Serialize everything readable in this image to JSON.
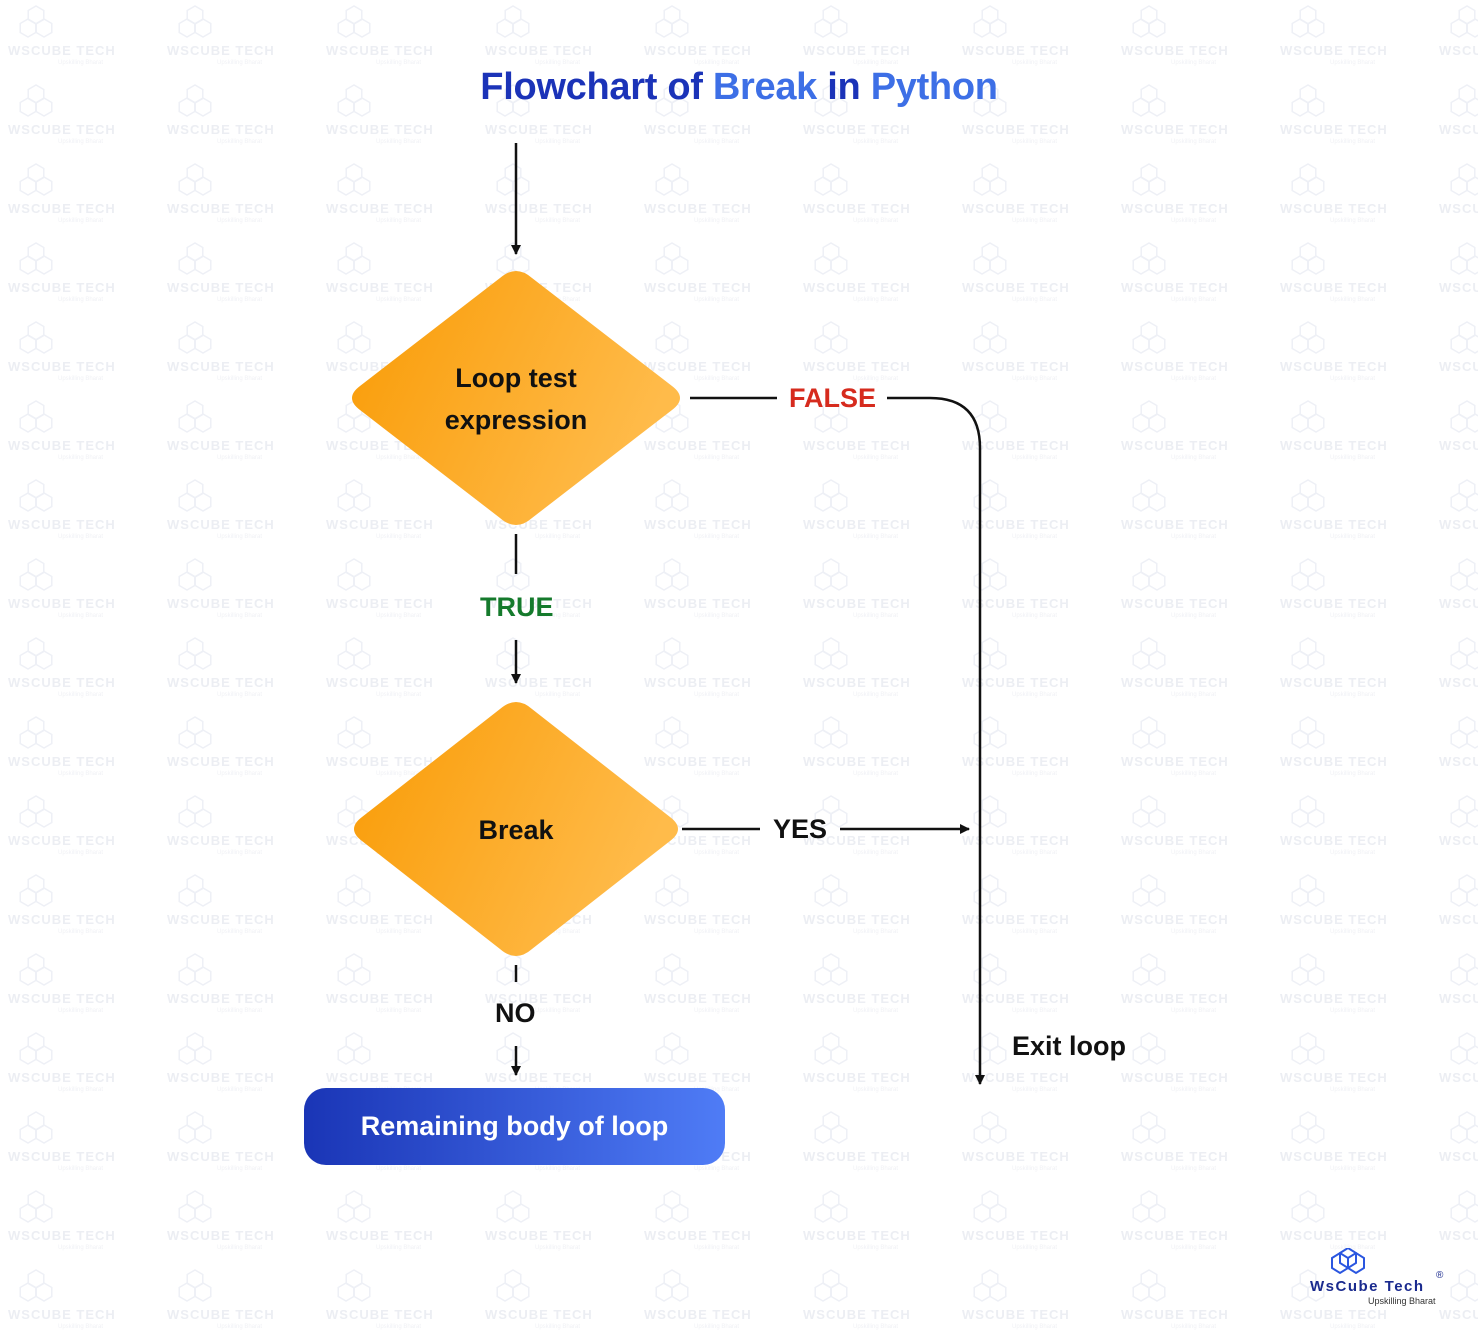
{
  "title": {
    "part1": "Flowchart of",
    "part2": "Break",
    "part3": "in",
    "part4": "Python"
  },
  "nodes": {
    "loop_test": {
      "line1": "Loop test",
      "line2": "expression"
    },
    "break_check": {
      "label": "Break"
    },
    "remaining_body": {
      "label": "Remaining body of loop"
    }
  },
  "edges": {
    "false_label": "FALSE",
    "true_label": "TRUE",
    "yes_label": "YES",
    "no_label": "NO",
    "exit_label": "Exit loop"
  },
  "watermark": {
    "brand": "WsCube Tech",
    "tagline": "Upskilling Bharat"
  },
  "logo": {
    "brand": "WsCube Tech",
    "tagline": "Upskilling Bharat",
    "registered": "®"
  },
  "colors": {
    "title_dark": "#1b33b8",
    "title_light": "#3d6fe6",
    "diamond_start": "#f99b05",
    "diamond_end": "#ffbb4a",
    "false_color": "#d62b1e",
    "true_color": "#157a2c",
    "box_start": "#1a35b6",
    "box_end": "#4f7cf6"
  }
}
